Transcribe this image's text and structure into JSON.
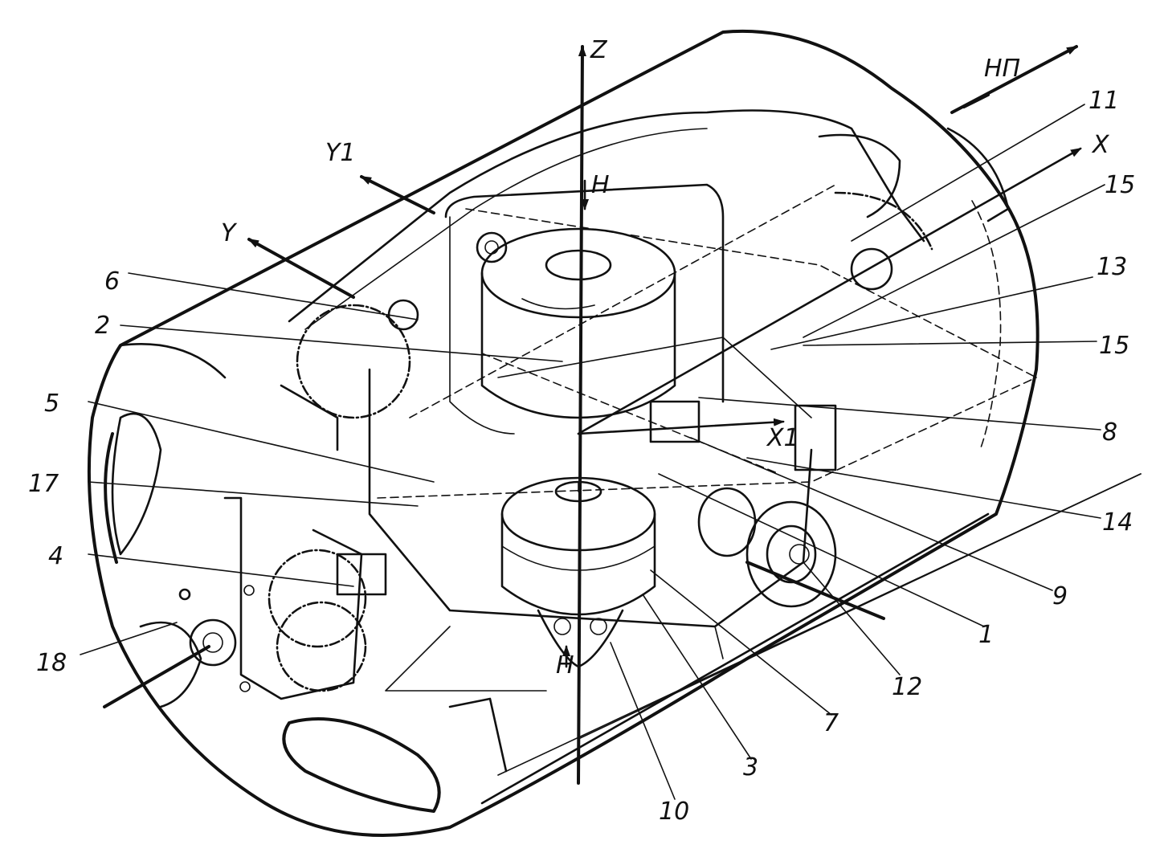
{
  "axes": {
    "z": "Z",
    "y1": "Y1",
    "y": "Y",
    "x": "X",
    "x1": "X1",
    "np": "НП",
    "h_top": "H",
    "h_bottom": "H"
  },
  "callouts": {
    "c1": "1",
    "c2": "2",
    "c3": "3",
    "c4": "4",
    "c5": "5",
    "c6": "6",
    "c7": "7",
    "c8": "8",
    "c9": "9",
    "c10": "10",
    "c11": "11",
    "c12": "12",
    "c13": "13",
    "c14": "14",
    "c15a": "15",
    "c15b": "15",
    "c17": "17",
    "c18": "18"
  }
}
